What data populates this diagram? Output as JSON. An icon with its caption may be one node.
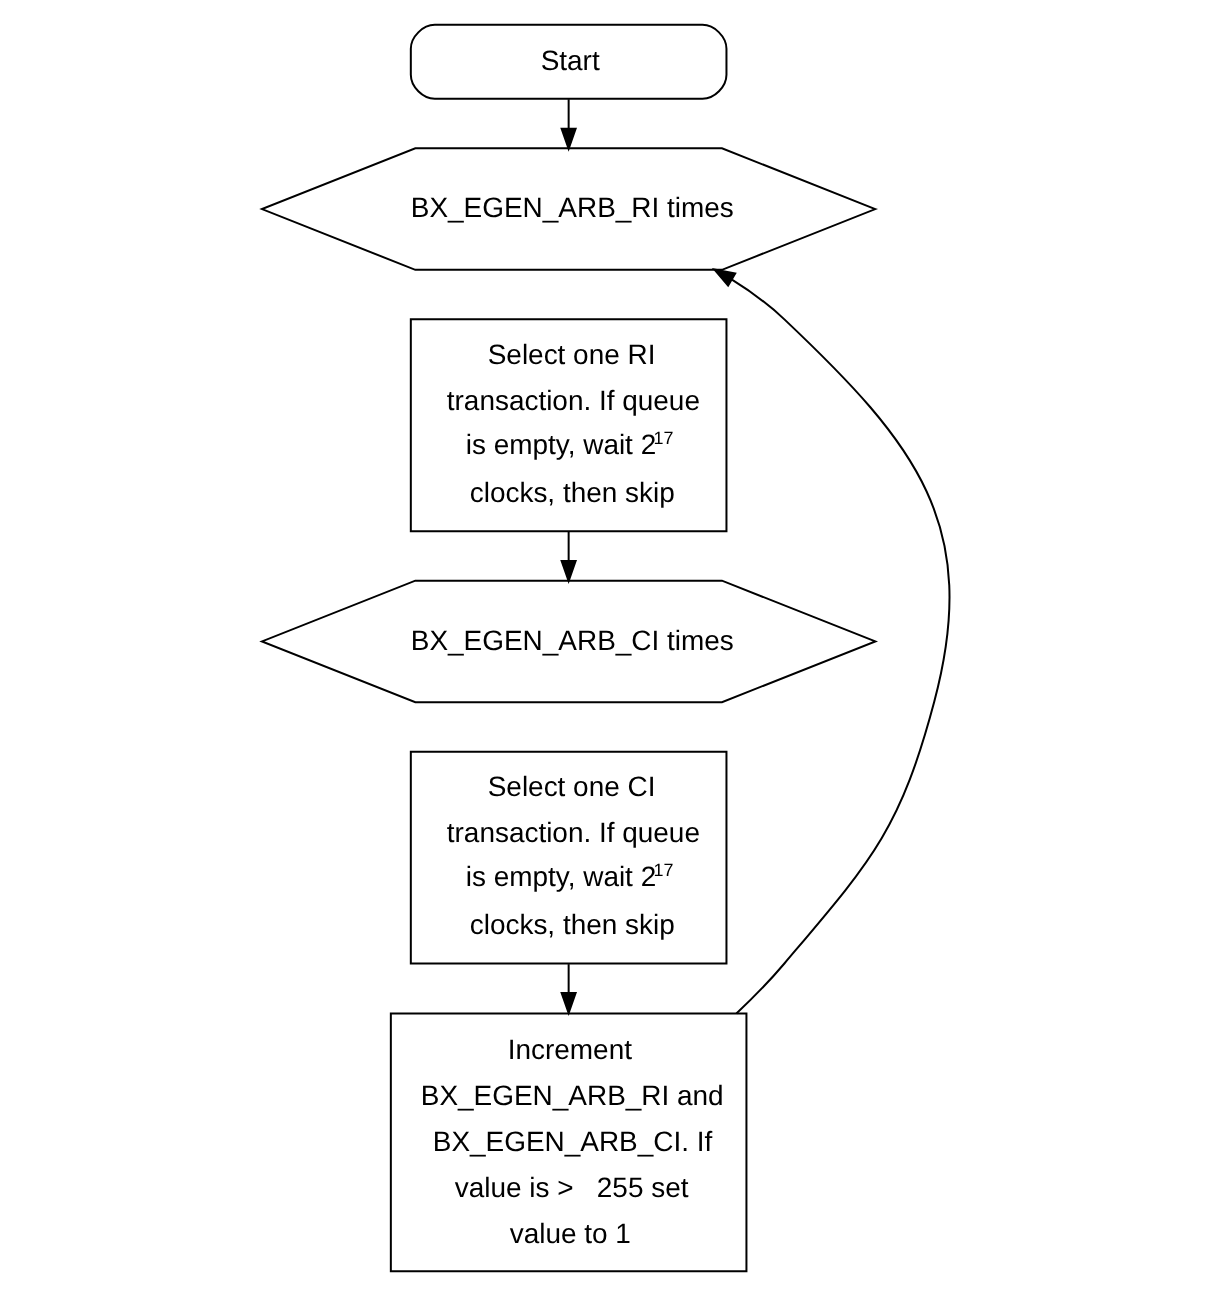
{
  "diagram": {
    "nodes": [
      {
        "text": [
          "Start"
        ]
      },
      {
        "text": [
          "BX_EGEN_ARB_RI times"
        ]
      },
      {
        "text": [
          "Select one RI transaction. If queue is empty, wait 2$^{17}$ clocks, then skip"
        ]
      },
      {
        "text": [
          "BX_EGEN_ARB_CI times"
        ]
      },
      {
        "text": [
          "Select one CI transaction. If queue is empty, wait 2$^{17}$ clocks, then skip"
        ]
      },
      {
        "text": [
          "Increment BX_EGEN_ARB_RI and BX_EGEN_ARB_CI. If value is >   255 set value to 1"
        ]
      }
    ],
    "edges": [
      {
        "from": 0,
        "to": 1,
        "arrow": "to"
      },
      {
        "from": 2,
        "to": 3,
        "arrow": "to"
      },
      {
        "from": 4,
        "to": 5,
        "arrow": "to"
      },
      {
        "from": 5,
        "to": 1,
        "arrow": "to"
      }
    ]
  }
}
